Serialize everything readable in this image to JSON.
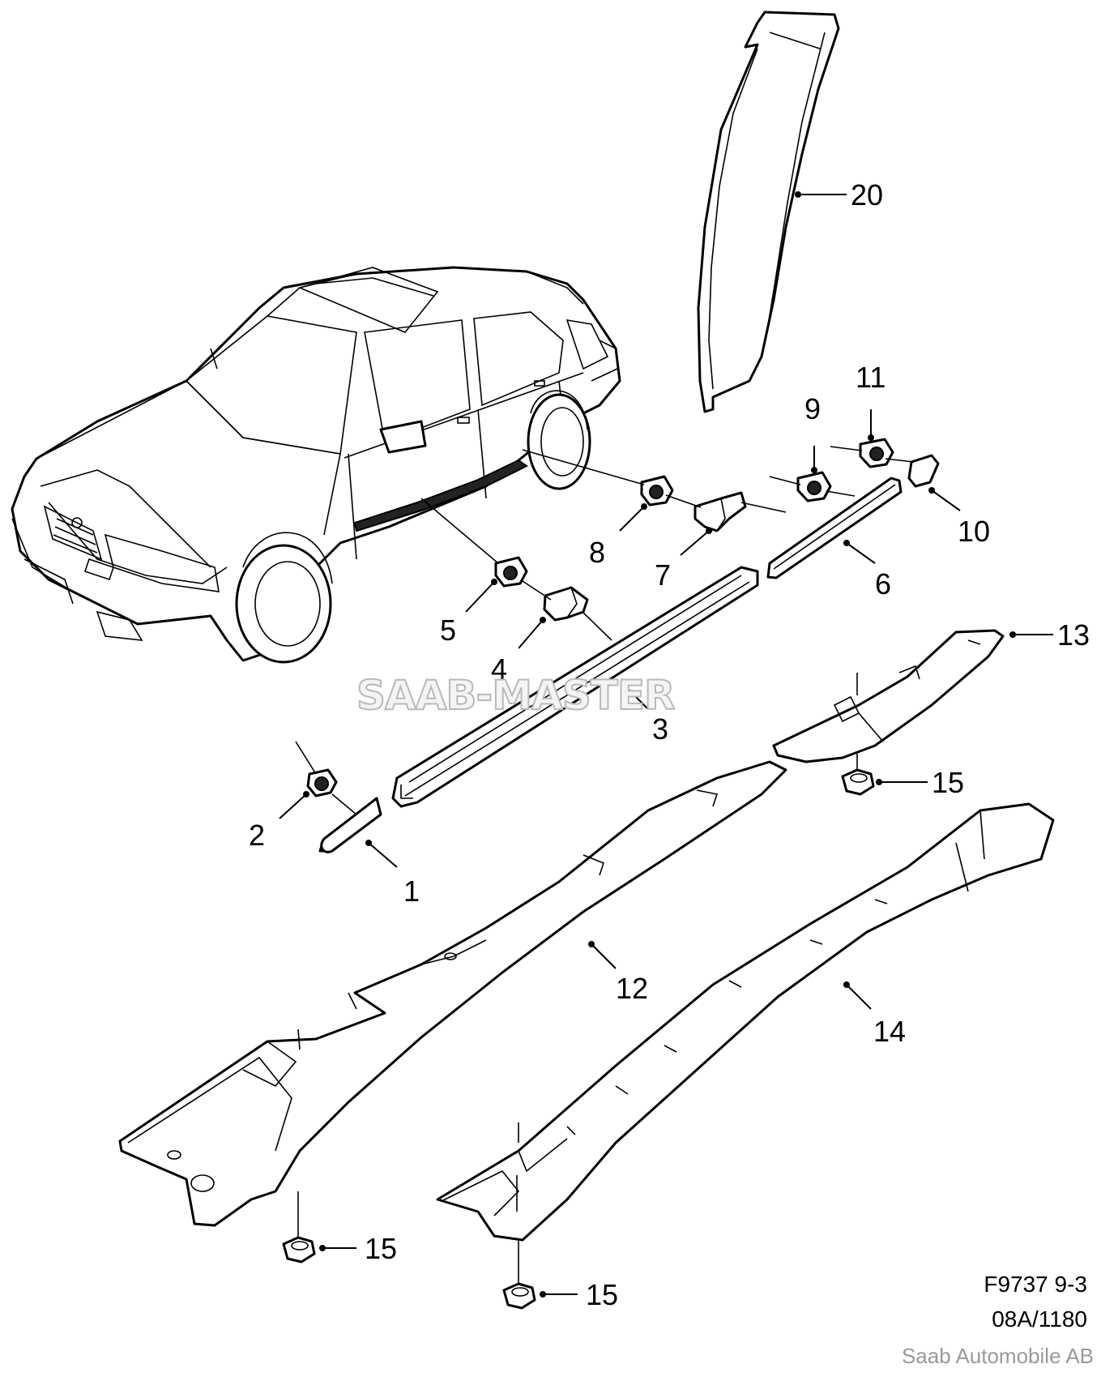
{
  "callouts": {
    "c1": "1",
    "c2": "2",
    "c3": "3",
    "c4": "4",
    "c5": "5",
    "c6": "6",
    "c7": "7",
    "c8": "8",
    "c9": "9",
    "c10": "10",
    "c11": "11",
    "c12": "12",
    "c13": "13",
    "c14": "14",
    "c15a": "15",
    "c15b": "15",
    "c15c": "15",
    "c20": "20"
  },
  "watermark": "SAAB-MASTER",
  "footer": {
    "figure_ref": "F9737 9-3",
    "code": "08A/1180",
    "copyright": "Saab Automobile AB"
  }
}
